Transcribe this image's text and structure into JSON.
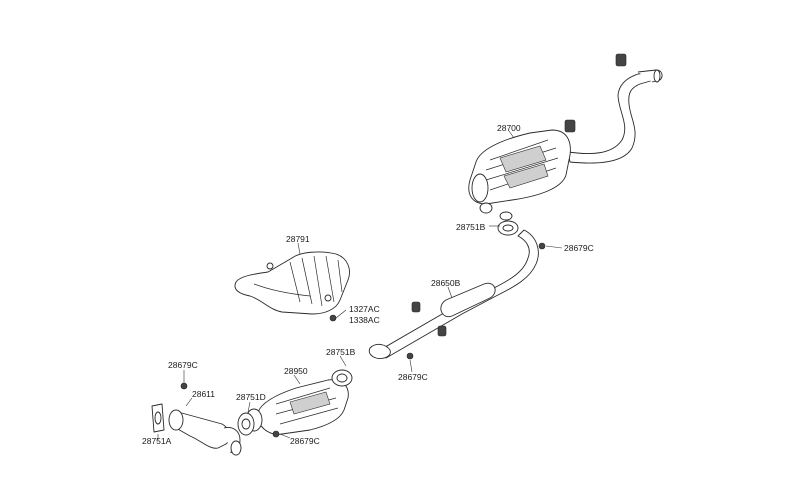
{
  "labels": {
    "p28700": "28700",
    "p28751b_top": "28751B",
    "p28679c_top": "28679C",
    "p28791": "28791",
    "p1327ac": "1327AC",
    "p1338ac": "1338AC",
    "p28650b": "28650B",
    "p28751b_mid": "28751B",
    "p28679c_mid": "28679C",
    "p28950": "28950",
    "p28751d": "28751D",
    "p28679c_low": "28679C",
    "p28679c_left": "28679C",
    "p28611": "28611",
    "p28751a": "28751A"
  },
  "colors": {
    "line": "#2a2a2a",
    "shade": "#cfcfcf",
    "background": "#ffffff"
  }
}
